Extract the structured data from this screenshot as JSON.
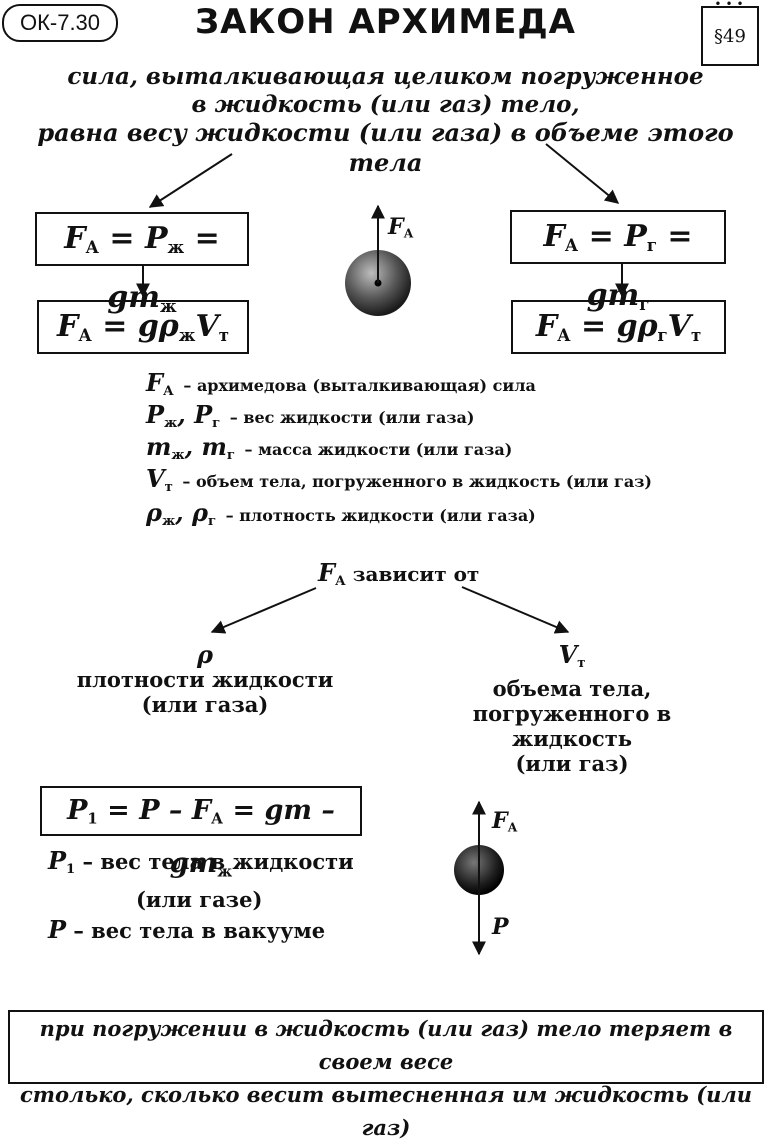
{
  "header": {
    "badge": "ОК-7.30",
    "title": "ЗАКОН АРХИМЕДА",
    "section": "§49"
  },
  "intro": {
    "line1": "сила, выталкивающая целиком погруженное",
    "line2": "в жидкость (или газ) тело,",
    "line3": "равна весу жидкости (или газа) в объеме этого тела"
  },
  "formulas": {
    "liquid_top": {
      "a": "F",
      "a_sub": "А",
      "b": "P",
      "b_sub": "ж",
      "c": "gm",
      "c_sub": "ж"
    },
    "liquid_bottom": {
      "a": "F",
      "a_sub": "А",
      "b": "gρ",
      "b_sub": "ж",
      "c": "V",
      "c_sub": "т"
    },
    "gas_top": {
      "a": "F",
      "a_sub": "А",
      "b": "P",
      "b_sub": "г",
      "c": "gm",
      "c_sub": "г"
    },
    "gas_bottom": {
      "a": "F",
      "a_sub": "А",
      "b": "gρ",
      "b_sub": "г",
      "c": "V",
      "c_sub": "т"
    }
  },
  "ball1_label": {
    "sym": "F",
    "sub": "А"
  },
  "legend": [
    {
      "sym": "F",
      "sub": "А",
      "sym2": "",
      "sub2": "",
      "text": "архимедова (выталкивающая) сила"
    },
    {
      "sym": "P",
      "sub": "ж",
      "sym2": "P",
      "sub2": "г",
      "text": "вес жидкости (или газа)"
    },
    {
      "sym": "m",
      "sub": "ж",
      "sym2": "m",
      "sub2": "г",
      "text": "масса жидкости (или газа)"
    },
    {
      "sym": "V",
      "sub": "т",
      "sym2": "",
      "sub2": "",
      "text": "объем тела, погруженного в жидкость (или газ)"
    },
    {
      "sym": "ρ",
      "sub": "ж",
      "sym2": "ρ",
      "sub2": "г",
      "text": "плотность жидкости (или газа)"
    }
  ],
  "depends": {
    "sym": "F",
    "sub": "А",
    "text": "зависит от",
    "left_sym": "ρ",
    "left_line1": "плотности жидкости",
    "left_line2": "(или газа)",
    "right_sym": "V",
    "right_sub": "т",
    "right_line1": "объема тела,",
    "right_line2": "погруженного в жидкость",
    "right_line3": "(или газ)"
  },
  "weight": {
    "p1": "P",
    "p1_sub": "1",
    "p": "P",
    "fa": "F",
    "fa_sub": "А",
    "gm": "gm",
    "gmz": "gm",
    "gmz_sub": "ж",
    "def1_sym": "P",
    "def1_sub": "1",
    "def1_line1": "вес тела в жидкости",
    "def1_line2": "(или газе)",
    "def2_sym": "P",
    "def2_text": "вес тела в вакууме"
  },
  "ball2_labels": {
    "top_sym": "F",
    "top_sub": "А",
    "bottom_sym": "P"
  },
  "conclusion": {
    "line1": "при погружении в жидкость (или газ) тело теряет в своем весе",
    "line2": "столько, сколько весит вытесненная им жидкость (или газ)"
  }
}
